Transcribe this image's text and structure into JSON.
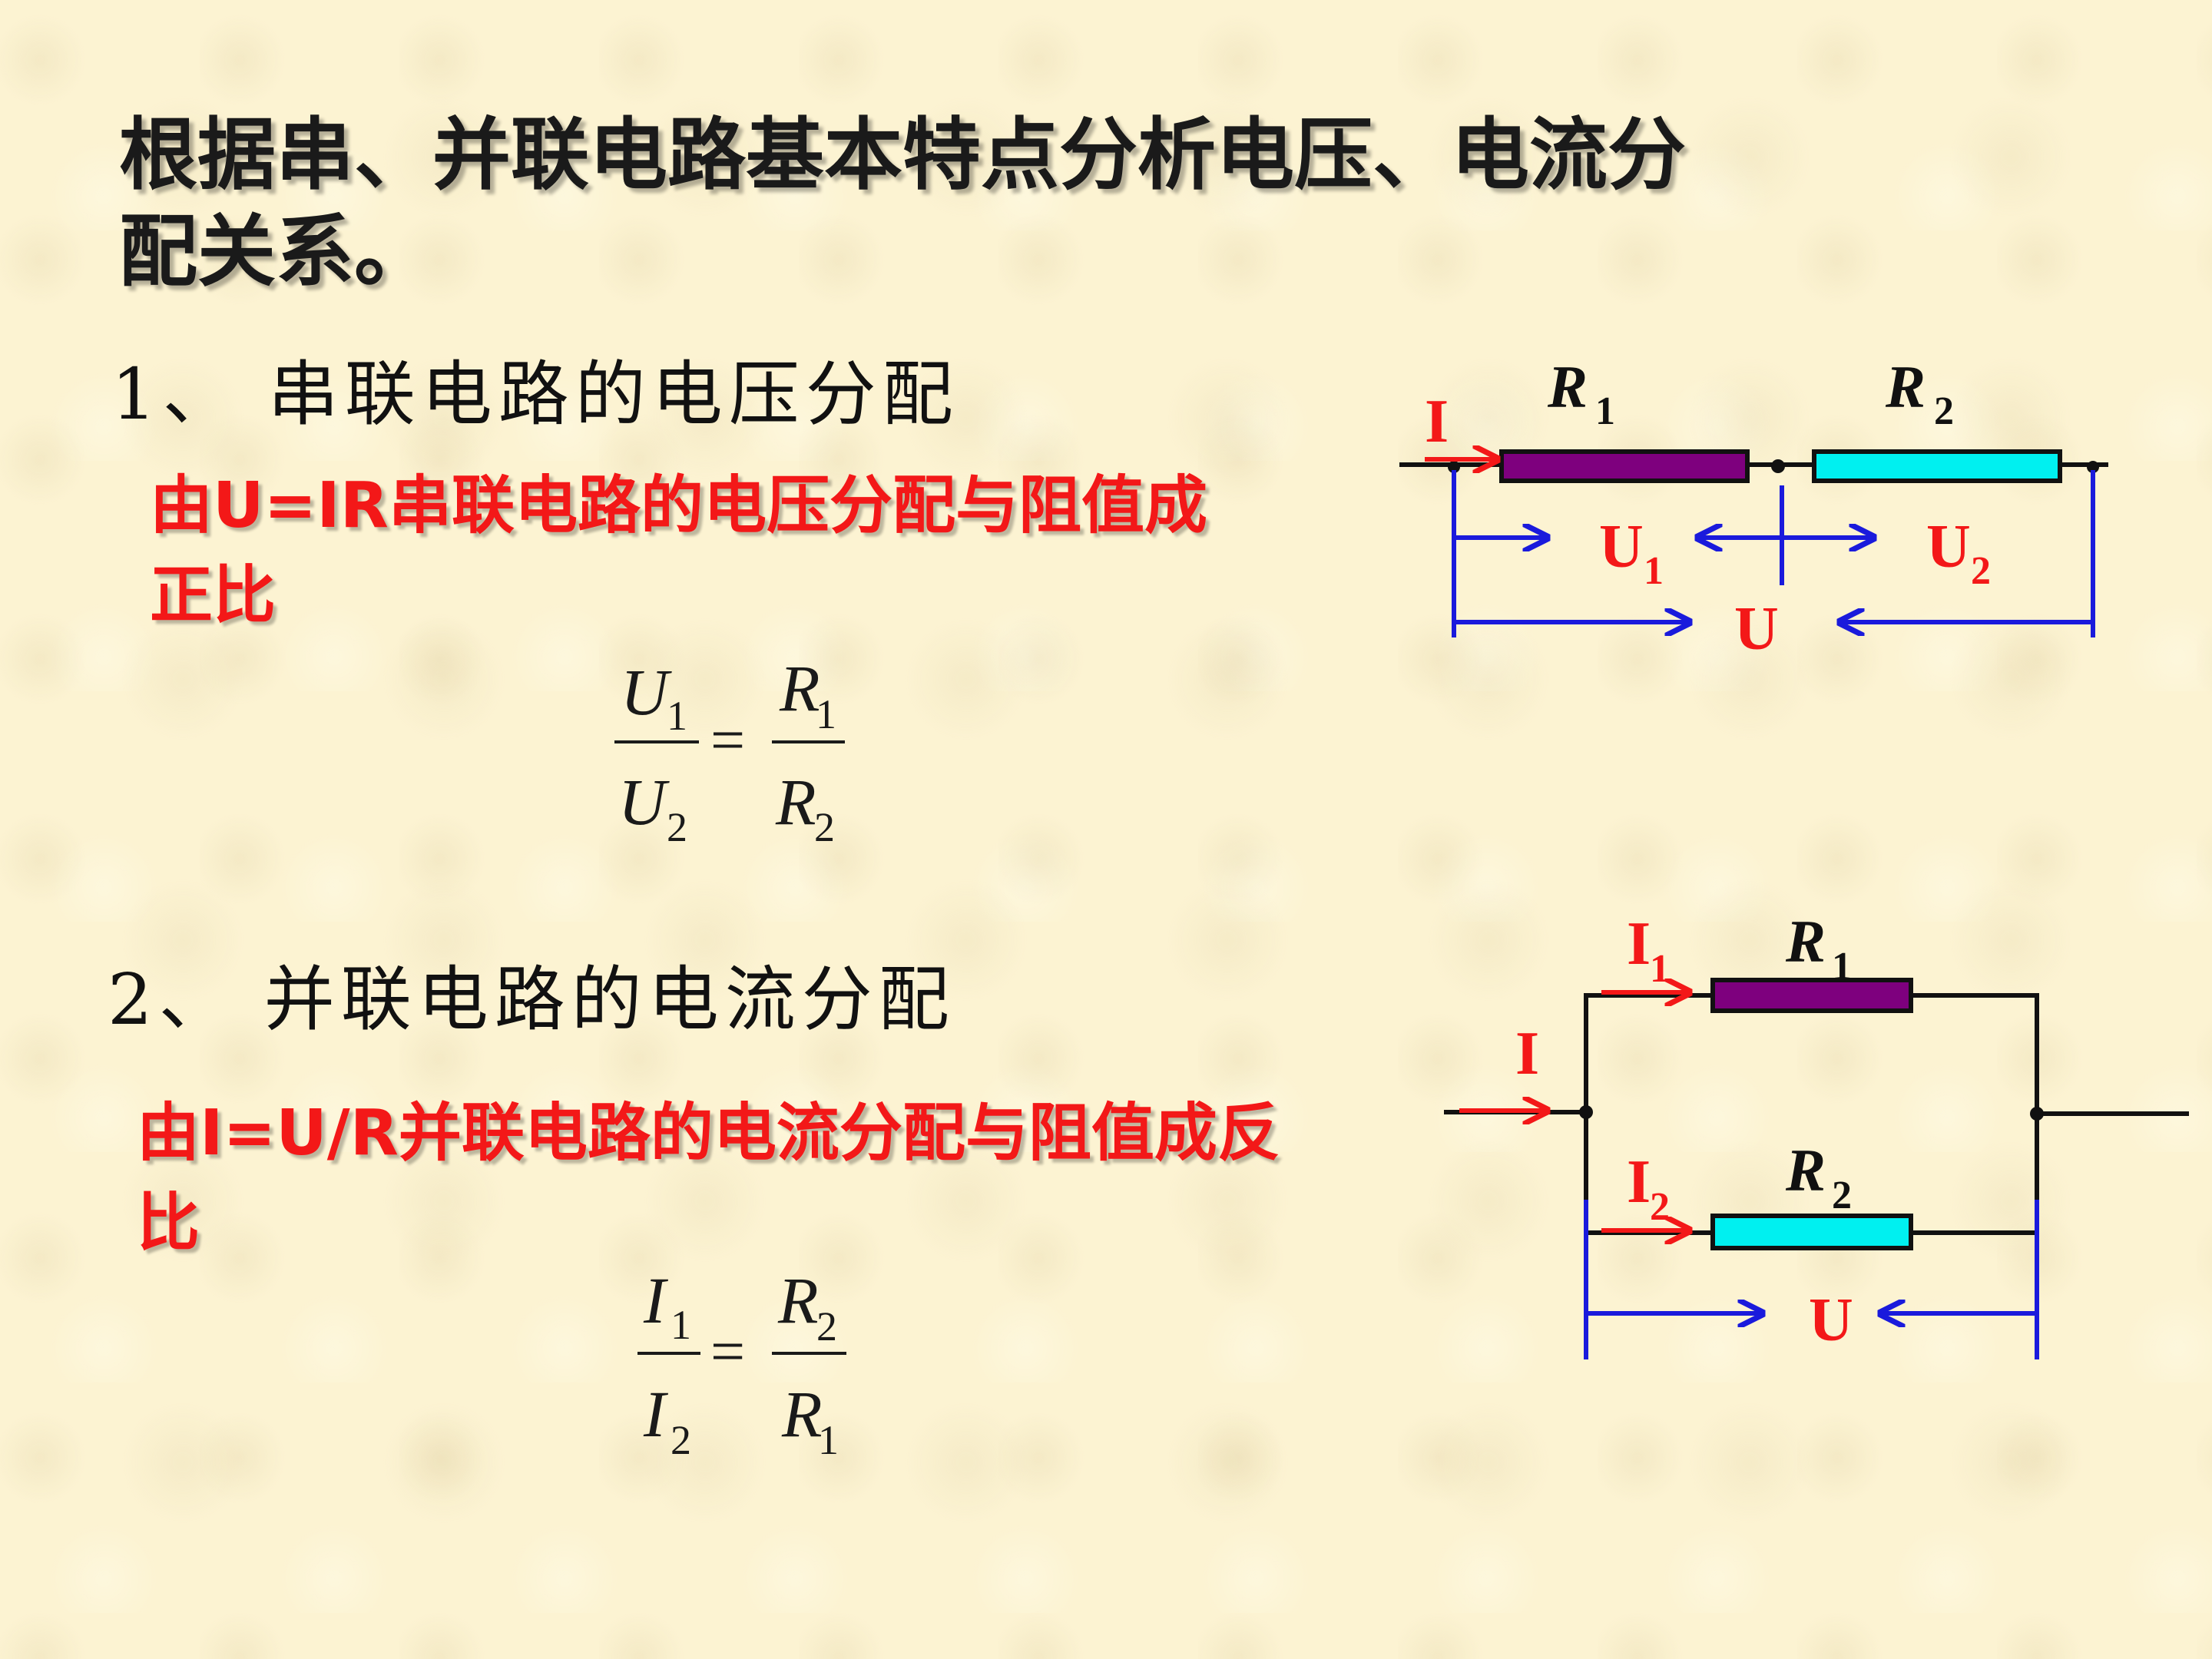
{
  "title": {
    "line1": "根据串、并联电路基本特点分析电压、电流分",
    "line2": "配关系。"
  },
  "series_section": {
    "heading": "1、 串联电路的电压分配",
    "note_line1": "由U=IR串联电路的电压分配与阻值成",
    "note_line2": "正比",
    "formula": {
      "num_left": "U",
      "num_left_sub": "1",
      "den_left": "U",
      "den_left_sub": "2",
      "equals": "=",
      "num_right": "R",
      "num_right_sub": "1",
      "den_right": "R",
      "den_right_sub": "2"
    },
    "circuit": {
      "current": "I",
      "r1": "R",
      "r1_sub": "1",
      "r2": "R",
      "r2_sub": "2",
      "u1": "U",
      "u1_sub": "1",
      "u2": "U",
      "u2_sub": "2",
      "u": "U"
    }
  },
  "parallel_section": {
    "heading": "2、 并联电路的电流分配",
    "note_line1": "由I=U/R并联电路的电流分配与阻值成反",
    "note_line2": "比",
    "formula": {
      "num_left": "I",
      "num_left_sub": "1",
      "den_left": "I",
      "den_left_sub": "2",
      "equals": "=",
      "num_right": "R",
      "num_right_sub": "2",
      "den_right": "R",
      "den_right_sub": "1"
    },
    "circuit": {
      "current": "I",
      "i1": "I",
      "i1_sub": "1",
      "i2": "I",
      "i2_sub": "2",
      "r1": "R",
      "r1_sub": "1",
      "r2": "R",
      "r2_sub": "2",
      "u": "U"
    }
  },
  "colors": {
    "red": "#f31818",
    "blue": "#1a1adc",
    "r1_fill": "#7e007e",
    "r2_fill": "#00f0f0",
    "wire": "#111111",
    "background": "#fcf3d2"
  }
}
